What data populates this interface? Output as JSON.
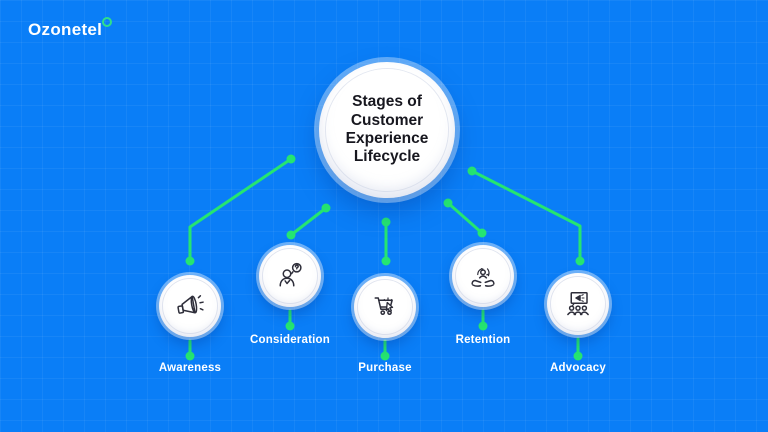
{
  "brand": {
    "logo_text": "Ozonetel"
  },
  "colors": {
    "background_blue": "#0a7ef7",
    "accent_green": "#25e571",
    "node_fill": "#ffffff",
    "title_text": "#17171f",
    "label_text": "#ffffff",
    "icon_stroke": "#2e2e3a",
    "logo_ring_green": "#2fdf8b"
  },
  "diagram": {
    "title": "Stages of Customer Experience Lifecycle",
    "title_lines": [
      "Stages of",
      "Customer",
      "Experience",
      "Lifecycle"
    ],
    "stages": [
      {
        "label": "Awareness",
        "icon": "megaphone-icon"
      },
      {
        "label": "Consideration",
        "icon": "person-question-icon"
      },
      {
        "label": "Purchase",
        "icon": "cart-click-icon"
      },
      {
        "label": "Retention",
        "icon": "hands-customer-icon"
      },
      {
        "label": "Advocacy",
        "icon": "presentation-audience-icon"
      }
    ]
  }
}
